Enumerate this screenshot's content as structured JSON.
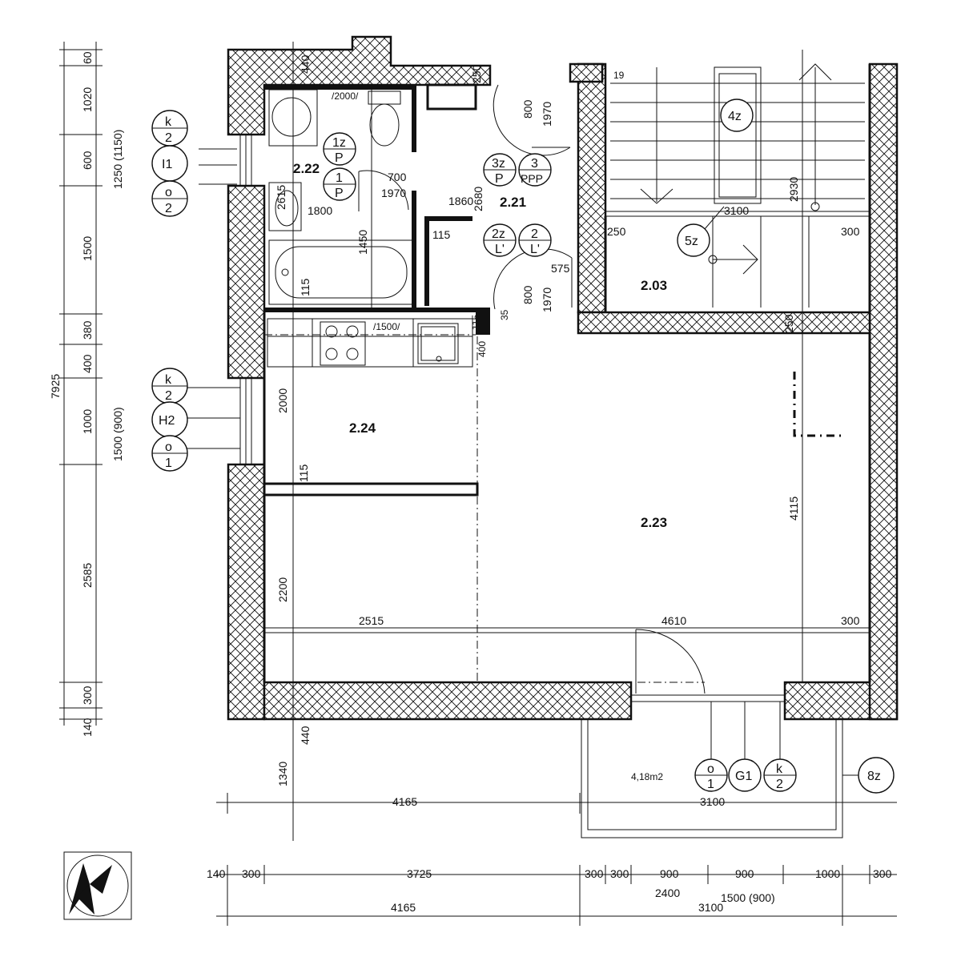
{
  "rooms": {
    "r222": "2.22",
    "r221": "2.21",
    "r203": "2.03",
    "r224": "2.24",
    "r223": "2.23",
    "balcony_area": "4,18m2"
  },
  "dims_left": {
    "d60": "60",
    "d1020": "1020",
    "d600": "600",
    "d1500": "1500",
    "d380": "380",
    "d400": "400",
    "d1000": "1000",
    "d2585": "2585",
    "d300": "300",
    "d140": "140",
    "total": "7925",
    "w1": "1250 (1150)",
    "w2": "1500 (900)"
  },
  "dims_bottom": {
    "b140": "140",
    "b300a": "300",
    "b3725": "3725",
    "b300b": "300",
    "b300c": "300",
    "b900a": "900",
    "b900b": "900",
    "b1000": "1000",
    "b300d": "300",
    "b2400": "2400",
    "b1500": "1500 (900)",
    "b4165": "4165",
    "b3100": "3100"
  },
  "dims_inner": {
    "i440a": "440",
    "i250a": "250",
    "i2000s": "/2000/",
    "i800a": "800",
    "i1970a": "1970",
    "i19": "19",
    "i700": "700",
    "i1970b": "1970",
    "i2615": "2615",
    "i1800": "1800",
    "i1860": "1860",
    "i2680": "2680",
    "i1450": "1450",
    "i115a": "115",
    "i115b": "115",
    "i575": "575",
    "i800b": "800",
    "i1970c": "1970",
    "i35": "35",
    "i2930": "2930",
    "i3100a": "3100",
    "i250b": "250",
    "i300a": "300",
    "i250c": "250",
    "i1500s": "/1500/",
    "i115c": "115",
    "i400": "400",
    "i2000": "2000",
    "i115d": "115",
    "i4115": "4115",
    "i2200": "2200",
    "i2515": "2515",
    "i4610": "4610",
    "i300b": "300",
    "i440b": "440",
    "i1340": "1340",
    "i4165": "4165",
    "i3100b": "3100"
  },
  "tags": {
    "k2a_top": "k",
    "k2a_bot": "2",
    "I1": "I1",
    "o2_top": "o",
    "o2_bot": "2",
    "k2b_top": "k",
    "k2b_bot": "2",
    "H2": "H2",
    "o1a_top": "o",
    "o1a_bot": "1",
    "t1z_top": "1z",
    "t1z_bot": "P",
    "t1_top": "1",
    "t1_bot": "P",
    "t3z_top": "3z",
    "t3z_bot": "P",
    "t3_top": "3",
    "t3_bot": "PPP",
    "t2z_top": "2z",
    "t2z_bot": "L'",
    "t2_top": "2",
    "t2_bot": "L'",
    "t4z": "4z",
    "t5z": "5z",
    "t8z": "8z",
    "o1b_top": "o",
    "o1b_bot": "1",
    "G1": "G1",
    "k2c_top": "k",
    "k2c_bot": "2"
  },
  "colors": {
    "ink": "#111111",
    "paper": "#ffffff"
  },
  "icons": [
    "north-arrow-icon",
    "toilet-icon",
    "washing-machine-icon",
    "sink-icon",
    "bathtub-icon",
    "stove-icon"
  ]
}
